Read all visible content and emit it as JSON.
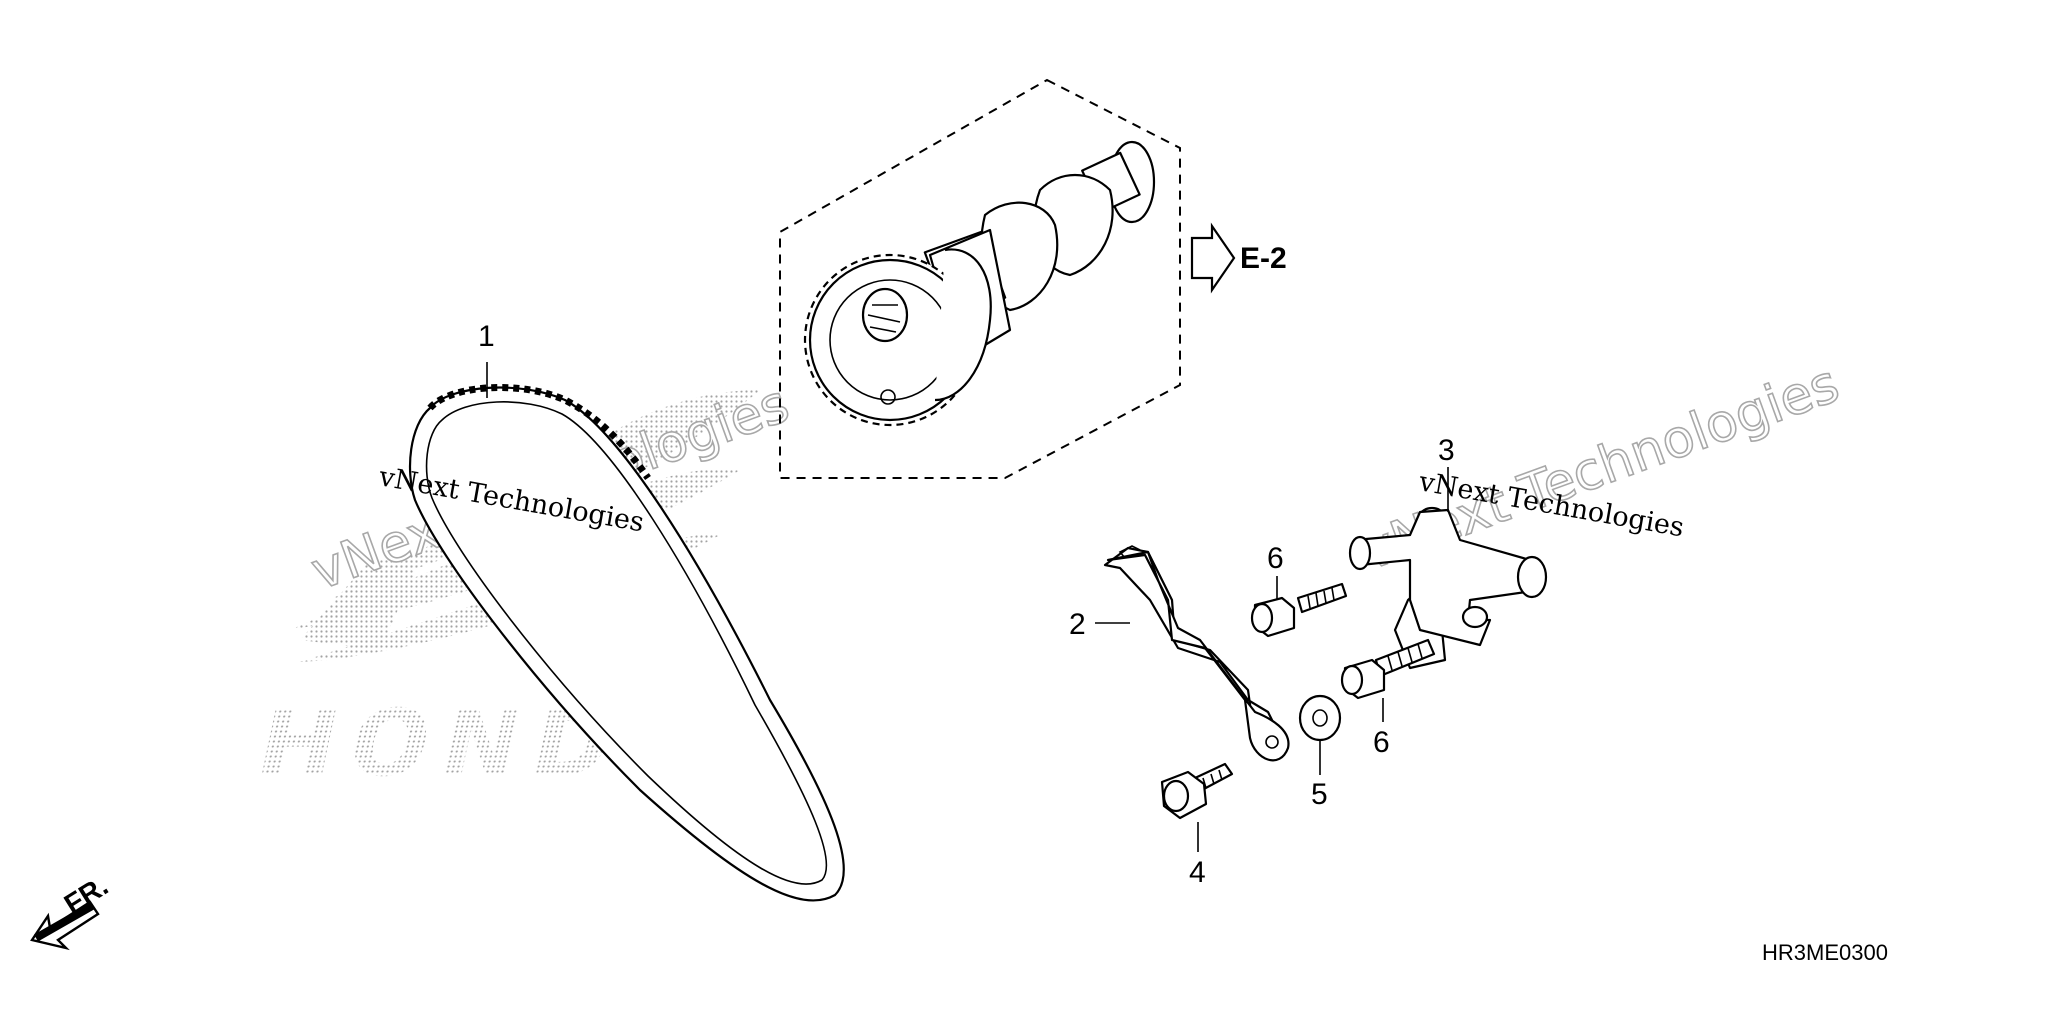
{
  "diagram": {
    "callouts": [
      {
        "id": "1",
        "part": "cam chain"
      },
      {
        "id": "2",
        "part": "chain tensioner arm"
      },
      {
        "id": "3",
        "part": "chain tensioner lifter"
      },
      {
        "id": "4",
        "part": "flange bolt"
      },
      {
        "id": "5",
        "part": "washer"
      },
      {
        "id": "6",
        "part": "flange bolt"
      },
      {
        "id": "6",
        "part": "flange bolt"
      }
    ],
    "reference_arrow": "E-2",
    "direction_label": "FR.",
    "diagram_code": "HR3ME0300",
    "watermarks": [
      "vNext Technologies",
      "vNext Technologies",
      "vNext Technologies",
      "vNext Technologies"
    ],
    "logo_text": "HONDA",
    "colors": {
      "line": "#000000",
      "watermark": "#a8a8a8",
      "background": "#ffffff"
    }
  }
}
